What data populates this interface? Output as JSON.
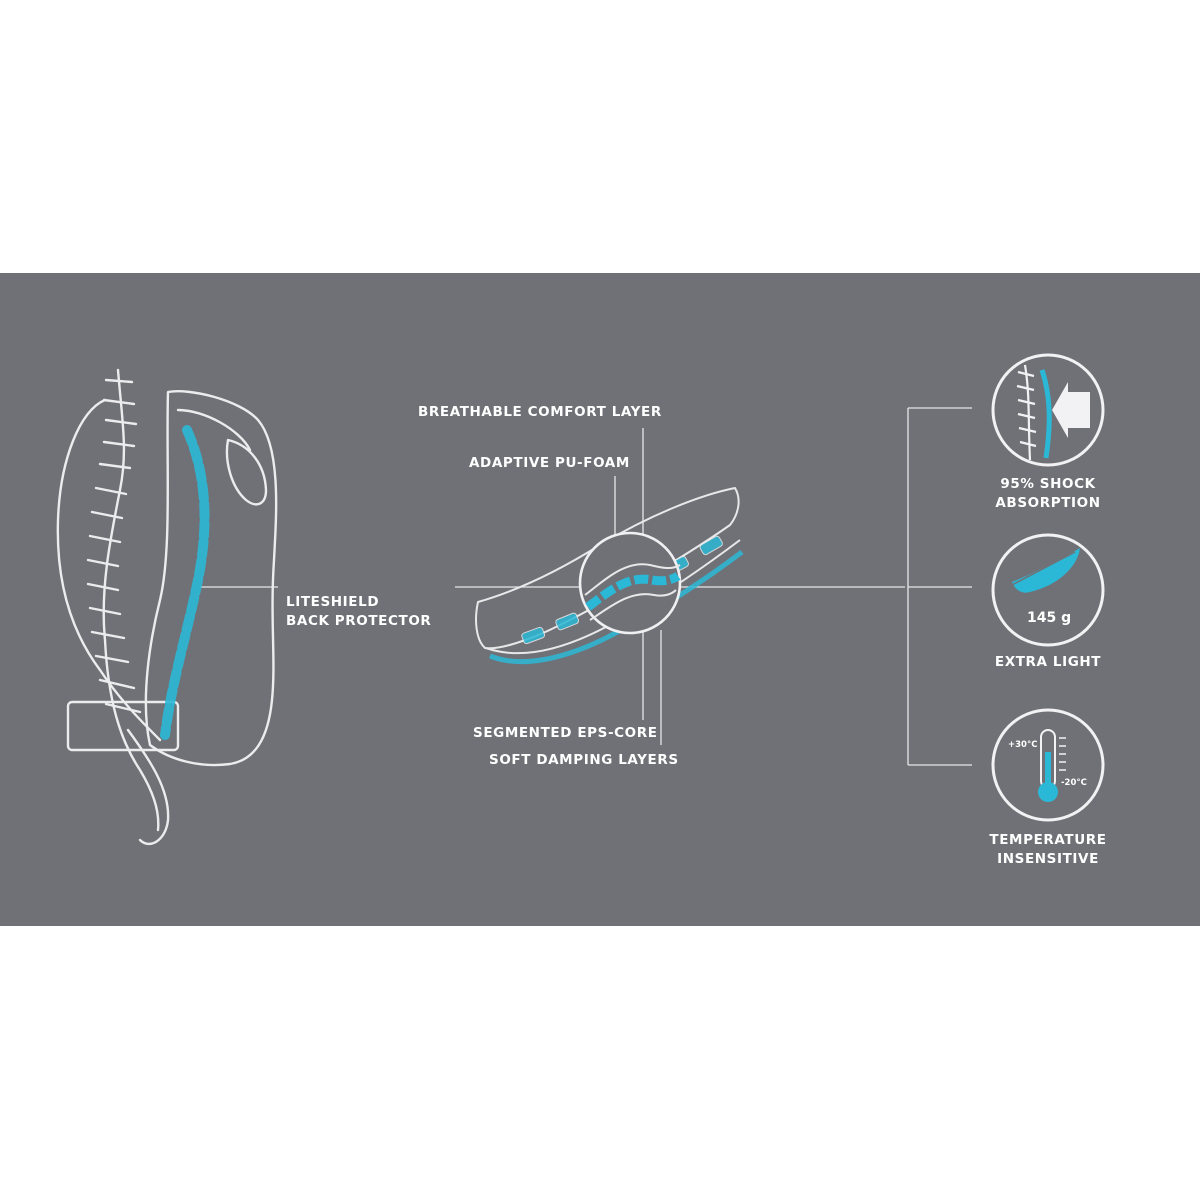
{
  "colors": {
    "background": "#ffffff",
    "panel": "#707176",
    "line": "#e6e6e8",
    "accent": "#2bb8d6"
  },
  "back_protector": {
    "label_line1": "LITESHIELD",
    "label_line2": "BACK PROTECTOR"
  },
  "layers": {
    "breathable": "BREATHABLE COMFORT LAYER",
    "adaptive": "ADAPTIVE PU-FOAM",
    "segmented": "SEGMENTED EPS-CORE",
    "damping": "SOFT DAMPING LAYERS"
  },
  "features": [
    {
      "icon": "spine-shock-icon",
      "line1": "95% SHOCK",
      "line2": "ABSORPTION"
    },
    {
      "icon": "feather-icon",
      "line1": "EXTRA LIGHT",
      "line2": "",
      "value": "145 g"
    },
    {
      "icon": "thermometer-icon",
      "line1": "TEMPERATURE",
      "line2": "INSENSITIVE",
      "temp_high": "+30°C",
      "temp_low": "-20°C"
    }
  ]
}
